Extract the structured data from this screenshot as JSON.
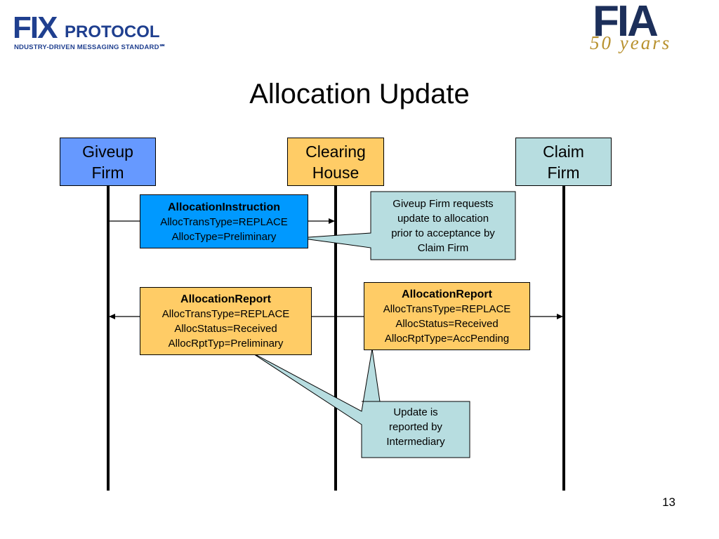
{
  "logos": {
    "fix_big": "FIX",
    "fix_small": "PROTOCOL",
    "fix_tagline": "NDUSTRY-DRIVEN MESSAGING STANDARD℠",
    "fia_letters": "FIA",
    "fia_years": "50 years"
  },
  "title": "Allocation Update",
  "parties": {
    "giveup": [
      "Giveup",
      "Firm"
    ],
    "clearing": [
      "Clearing",
      "House"
    ],
    "claim": [
      "Claim",
      "Firm"
    ]
  },
  "messages": {
    "instruction": {
      "title": "AllocationInstruction",
      "lines": [
        "AllocTransType=REPLACE",
        "AllocType=Preliminary"
      ]
    },
    "report_left": {
      "title": "AllocationReport",
      "lines": [
        "AllocTransType=REPLACE",
        "AllocStatus=Received",
        "AllocRptTyp=Preliminary"
      ]
    },
    "report_right": {
      "title": "AllocationReport",
      "lines": [
        "AllocTransType=REPLACE",
        "AllocStatus=Received",
        "AllocRptType=AccPending"
      ]
    }
  },
  "callouts": {
    "top": [
      "Giveup Firm requests",
      "update to allocation",
      "prior to acceptance by",
      "Claim Firm"
    ],
    "bottom": [
      "Update is",
      "reported by",
      "Intermediary"
    ]
  },
  "colors": {
    "giveup": "#6699ff",
    "clearing": "#ffcc66",
    "claim": "#b7dde0",
    "instruction": "#0099ff",
    "callout": "#b7dde0"
  },
  "page_number": "13"
}
